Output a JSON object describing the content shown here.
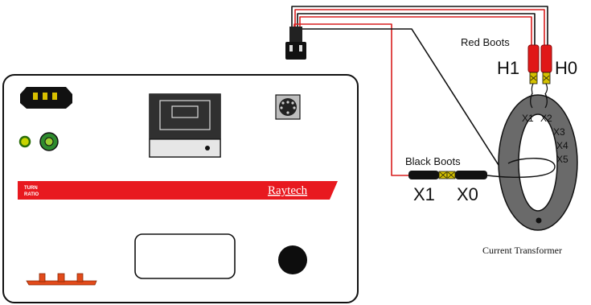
{
  "labels": {
    "red_boots": "Red Boots",
    "black_boots": "Black Boots",
    "h1": "H1",
    "h0": "H0",
    "x1_boot": "X1",
    "x0_boot": "X0",
    "ct_x1": "X1",
    "ct_x2": "X2",
    "ct_x3": "X3",
    "ct_x4": "X4",
    "ct_x5": "X5",
    "ct_caption": "Current Transformer",
    "brand": "Raytech",
    "stripe_logo_top": "TURN",
    "stripe_logo_bottom": "RATIO"
  },
  "colors": {
    "red_wire": "#d81e1e",
    "black_wire": "#111111",
    "stripe": "#e8191f",
    "ct_core": "#6a6a6a",
    "power_led": "#c8d400",
    "jack": "#2e8b2e"
  },
  "icons": {
    "power_inlet": "iec-power-inlet-icon",
    "printer": "printer-icon",
    "din_port": "din-connector-icon",
    "power_plug": "power-plug-icon",
    "knob": "rotary-knob-icon",
    "handle": "carry-handle-icon"
  }
}
